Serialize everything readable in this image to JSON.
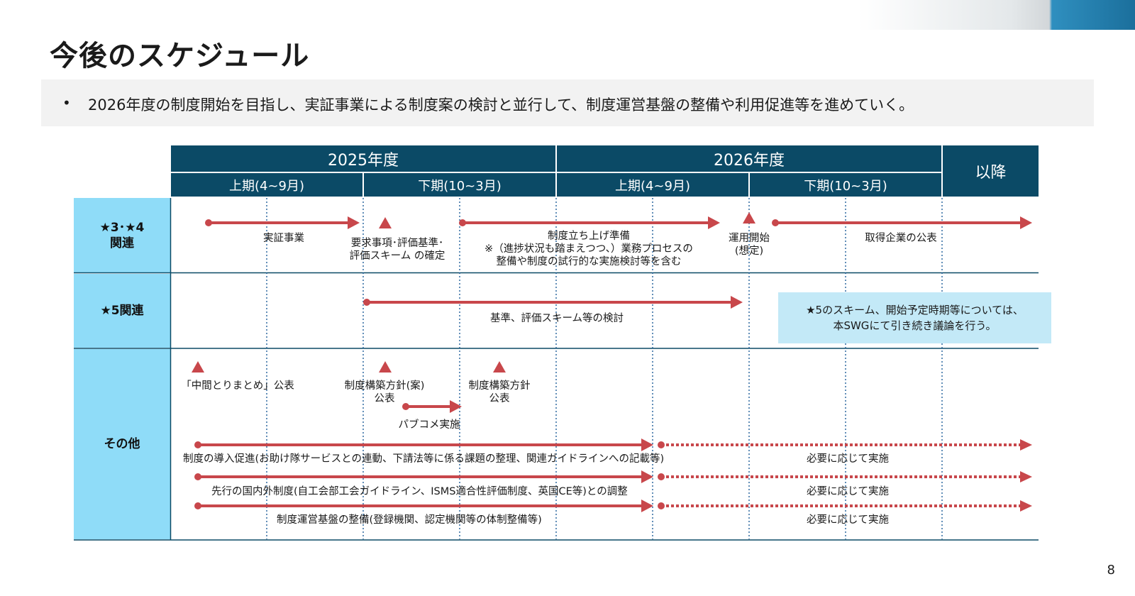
{
  "title": "今後のスケジュール",
  "summary": {
    "bullet": "•",
    "text": "2026年度の制度開始を目指し、実証事業による制度案の検討と並行して、制度運営基盤の整備や利用促進等を進めていく。"
  },
  "header": {
    "years": [
      "2025年度",
      "2026年度"
    ],
    "after": "以降",
    "halves": [
      "上期(4~9月)",
      "下期(10~3月)",
      "上期(4~9月)",
      "下期(10~3月)"
    ]
  },
  "rows": {
    "star34": {
      "label": "★3･★4\n関連"
    },
    "star5": {
      "label": "★5関連"
    },
    "other": {
      "label": "その他"
    }
  },
  "labels": {
    "jissho": "実証事業",
    "yokyu": "要求事項･評価基準･\n評価スキーム の確定",
    "seido_junbi": "制度立ち上げ準備\n※（進捗状況も踏まえつつ、）業務プロセスの\n整備や制度の試行的な実施検討等を含む",
    "unyo": "運用開始\n(想定)",
    "shutoku": "取得企業の公表",
    "kijun": "基準、評価スキーム等の検討",
    "chukan": "「中間とりまとめ」公表",
    "hoshin_an": "制度構築方針(案)\n公表",
    "hoshin": "制度構築方針\n公表",
    "pabukome": "パブコメ実施",
    "donyu": "制度の導入促進(お助け隊サービスとの連動、下請法等に係る課題の整理、関連ガイドラインへの記載等)",
    "kokunai": "先行の国内外制度(自工会部工会ガイドライン、ISMS適合性評価制度、英国CE等)との調整",
    "kiban": "制度運営基盤の整備(登録機関、認定機関等の体制整備等)",
    "hitsuyo1": "必要に応じて実施",
    "hitsuyo2": "必要に応じて実施",
    "hitsuyo3": "必要に応じて実施"
  },
  "note": "★5のスキーム、開始予定時期等については、\n本SWGにて引き続き議論を行う。",
  "page_number": "8",
  "colors": {
    "header": "#0b4a66",
    "row_label": "#8fdcf8",
    "arrow": "#c8474b",
    "note_bg": "#c3e9f7",
    "grid": "#0b4a66"
  }
}
